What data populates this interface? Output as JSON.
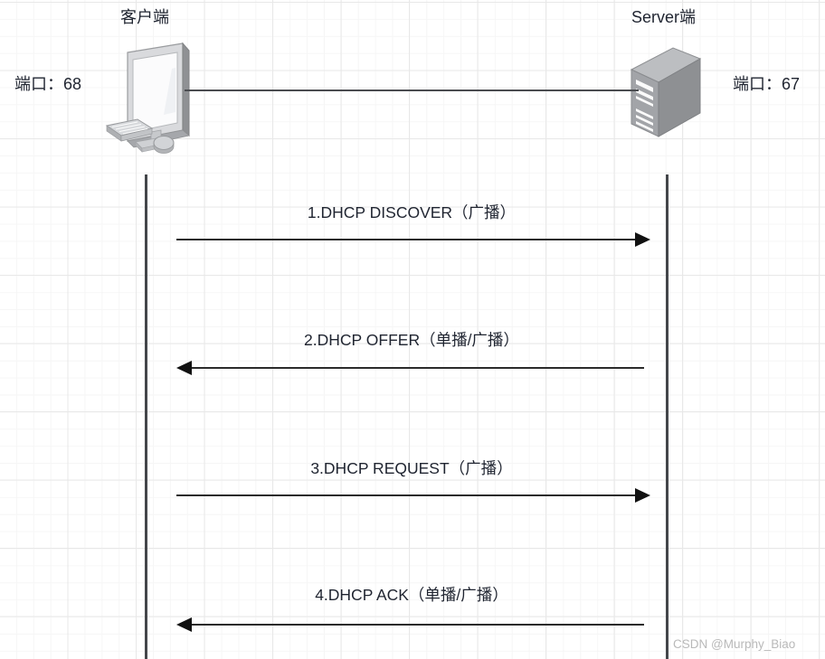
{
  "diagram": {
    "title_client": "客户端",
    "title_server": "Server端",
    "port_client_label": "端口：68",
    "port_server_label": "端口：67",
    "client_icon": "desktop-computer-icon",
    "server_icon": "server-tower-icon",
    "link_icon": "network-cable-line",
    "messages": [
      {
        "label": "1.DHCP DISCOVER（广播）",
        "direction": "right",
        "arrow_icon": "arrow-right-icon"
      },
      {
        "label": "2.DHCP OFFER（单播/广播）",
        "direction": "left",
        "arrow_icon": "arrow-left-icon"
      },
      {
        "label": "3.DHCP REQUEST（广播）",
        "direction": "right",
        "arrow_icon": "arrow-right-icon"
      },
      {
        "label": "4.DHCP ACK（单播/广播）",
        "direction": "left",
        "arrow_icon": "arrow-left-icon"
      }
    ],
    "watermark": "CSDN @Murphy_Biao"
  },
  "colors": {
    "text": "#1f2430",
    "line": "#2b2b2b",
    "lifeline": "#44464a",
    "grid_major": "#e8e8e8",
    "grid_minor": "#f6f6f6",
    "watermark": "#b9b9b9",
    "device_light": "#e9eaec",
    "device_mid": "#a9abaf",
    "device_dark": "#808285"
  }
}
